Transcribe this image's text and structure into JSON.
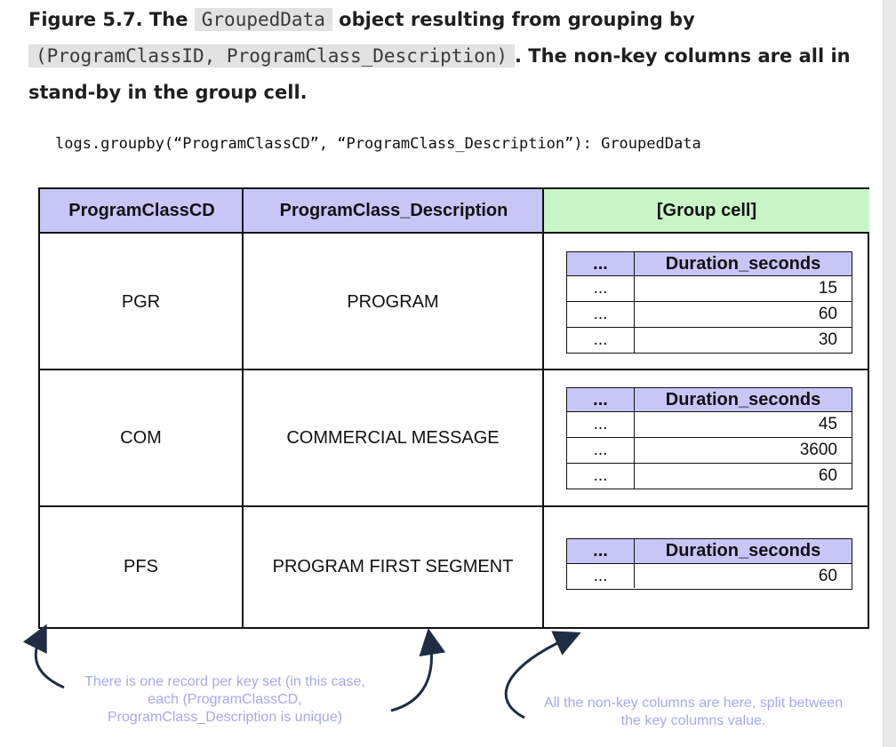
{
  "caption": {
    "prefix": "Figure 5.7. The ",
    "code1": "GroupedData",
    "middle": " object resulting from grouping by ",
    "code2": "(ProgramClassID, ProgramClass_Description)",
    "suffix": ". The non-key columns are all in stand-by in the group cell."
  },
  "code_line": "logs.groupby(“ProgramClassCD”, “ProgramClass_Description”): GroupedData",
  "table": {
    "headers": [
      "ProgramClassCD",
      "ProgramClass_Description",
      "[Group cell]"
    ],
    "header_colors": {
      "key": "#c8c6f7",
      "group": "#c9f5c7"
    },
    "rows": [
      {
        "code": "PGR",
        "description": "PROGRAM",
        "group": {
          "headers": [
            "...",
            "Duration_seconds"
          ],
          "rows": [
            [
              "...",
              "15"
            ],
            [
              "...",
              "60"
            ],
            [
              "...",
              "30"
            ]
          ]
        }
      },
      {
        "code": "COM",
        "description": "COMMERCIAL MESSAGE",
        "group": {
          "headers": [
            "...",
            "Duration_seconds"
          ],
          "rows": [
            [
              "...",
              "45"
            ],
            [
              "...",
              "3600"
            ],
            [
              "...",
              "60"
            ]
          ]
        }
      },
      {
        "code": "PFS",
        "description": "PROGRAM FIRST SEGMENT",
        "group": {
          "headers": [
            "...",
            "Duration_seconds"
          ],
          "rows": [
            [
              "...",
              "60"
            ]
          ]
        }
      }
    ]
  },
  "annotations": {
    "left": "There is one record per key set (in this case, each (ProgramClassCD, ProgramClass_Description is unique)",
    "right": "All the non-key columns are here, split between the key columns value."
  },
  "colors": {
    "annotation_text": "#a6a9f0",
    "arrow": "#1f2d44"
  }
}
